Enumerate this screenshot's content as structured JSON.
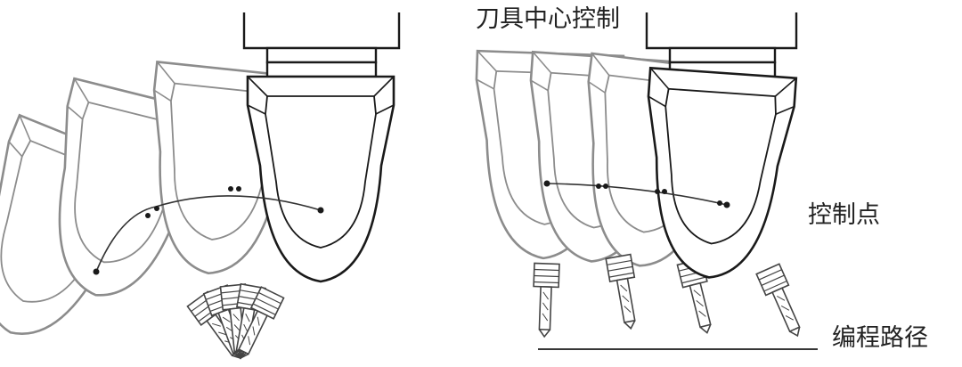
{
  "labels": {
    "tool_center_control": "刀具中心控制",
    "control_point": "控制点",
    "programmed_path": "编程路径"
  },
  "colors": {
    "line": "#1a1a1a",
    "ghost": "#8c8c8c",
    "background": "#ffffff"
  }
}
